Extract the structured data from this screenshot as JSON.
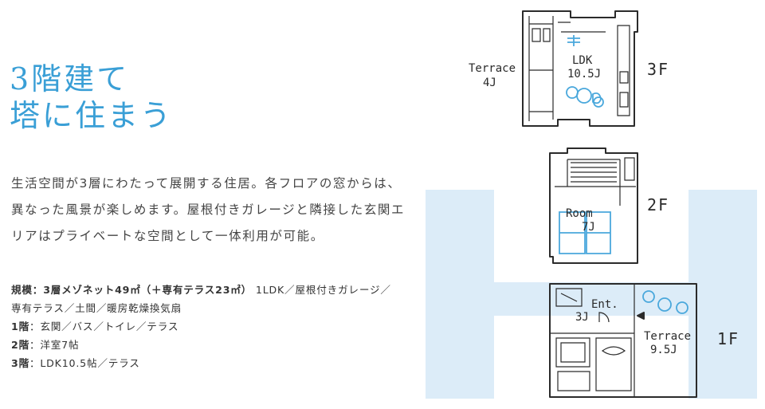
{
  "heading": {
    "line1": "3階建て",
    "line2": "塔に住まう"
  },
  "lead": {
    "line1": "生活空間が3層にわたって展開する住居。各フロアの窓からは、",
    "line2": "異なった風景が楽しめます。屋根付きガレージと隣接した玄関エ",
    "line3": "リアはプライベートな空間として一体利用が可能。"
  },
  "specs": {
    "scale_label": "規模",
    "scale_value": "：3層メゾネット49㎡（＋専有テラス23㎡）",
    "scale_extra": "1LDK／屋根付きガレージ／",
    "scale_line2": "専有テラス／土間／暖房乾燥換気扇",
    "floor1_label": "1階",
    "floor1_value": "：玄関／バス／トイレ／テラス",
    "floor2_label": "2階",
    "floor2_value": "：洋室7帖",
    "floor3_label": "3階",
    "floor3_value": "：LDK10.5帖／テラス"
  },
  "plan": {
    "f3_label": "3F",
    "f2_label": "2F",
    "f1_label": "1F",
    "terrace3_name": "Terrace",
    "terrace3_size": "4J",
    "ldk_name": "LDK",
    "ldk_size": "10.5J",
    "room_name": "Room",
    "room_size": "7J",
    "ent_name": "Ent.",
    "ent_size": "3J",
    "terrace1_name": "Terrace",
    "terrace1_size": "9.5J"
  },
  "colors": {
    "accent": "#3a9fd6",
    "letter_bg": "#dcecf8"
  }
}
